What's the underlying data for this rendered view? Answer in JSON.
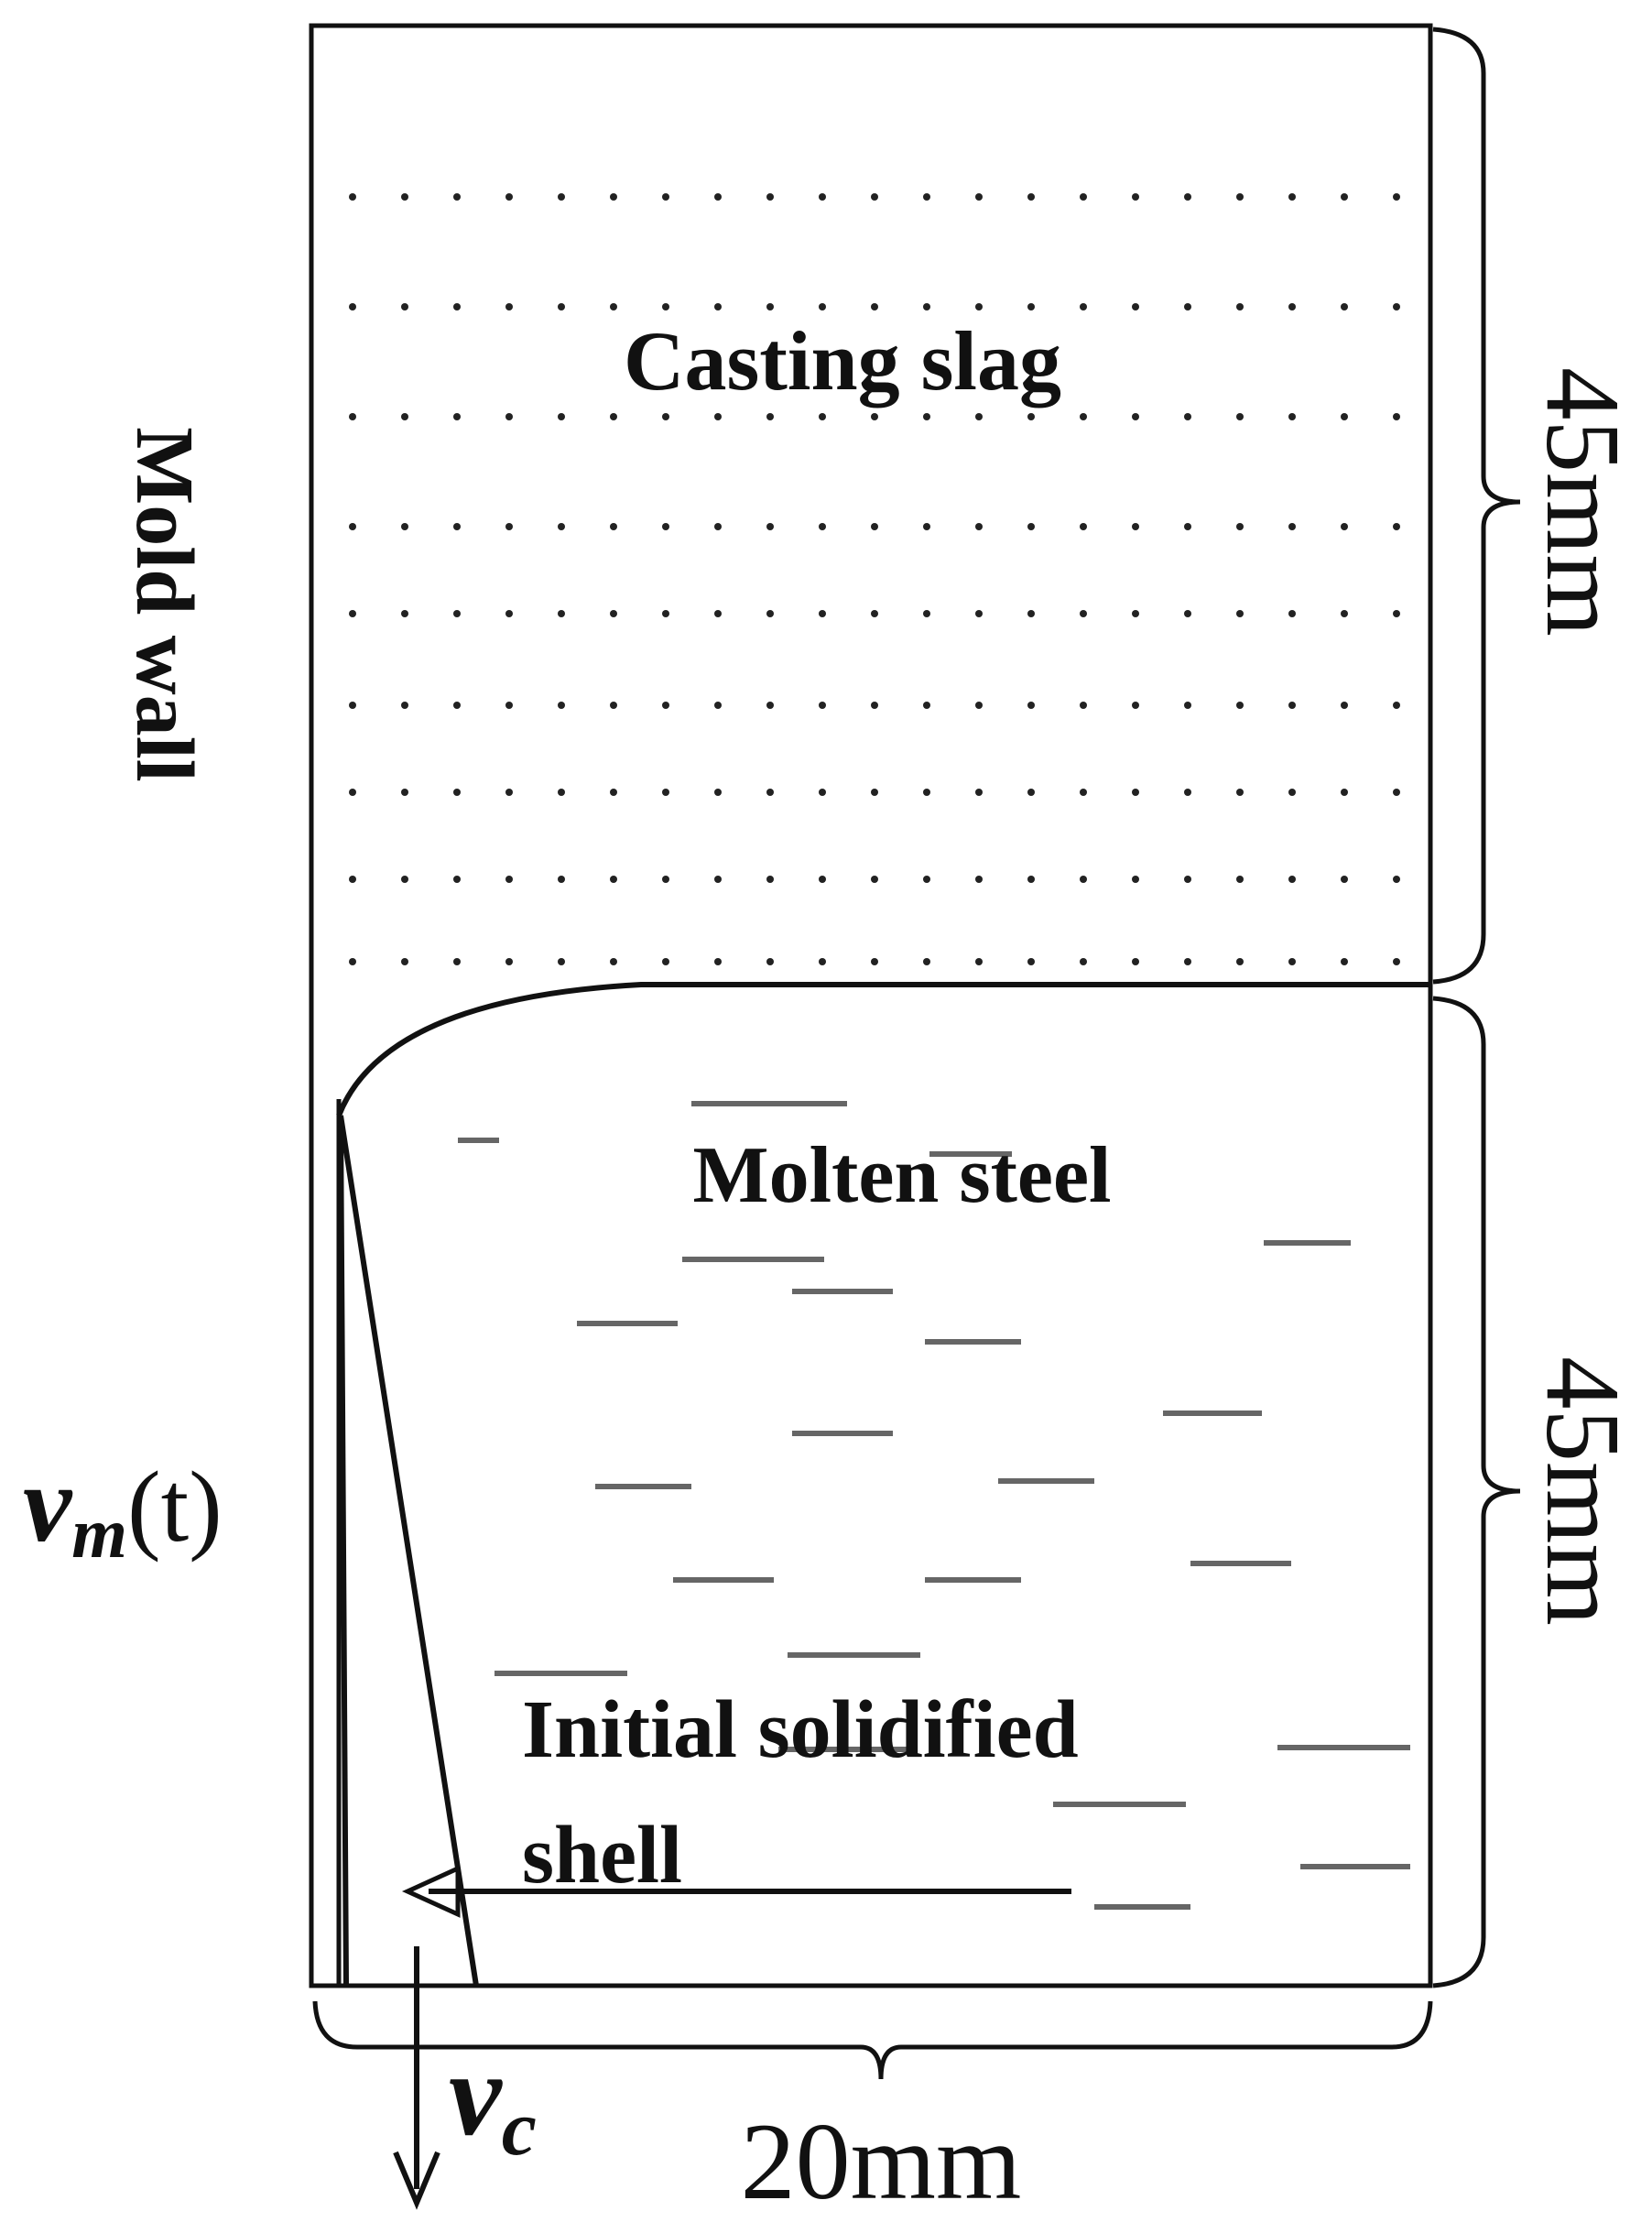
{
  "labels": {
    "casting_slag": "Casting slag",
    "molten_steel": "Molten steel",
    "initial_shell_line1": "Initial solidified",
    "initial_shell_line2": "shell",
    "mold_wall": "Mold wall",
    "dim_top": "45mm",
    "dim_bottom": "45mm",
    "dim_width": "20mm",
    "vm_symbol": "v",
    "vm_subscript": "m",
    "vm_arg": "(t)",
    "vc_symbol": "v",
    "vc_subscript": "c"
  },
  "colors": {
    "line": "#111111",
    "dash": "#666666",
    "dot": "#222222"
  }
}
